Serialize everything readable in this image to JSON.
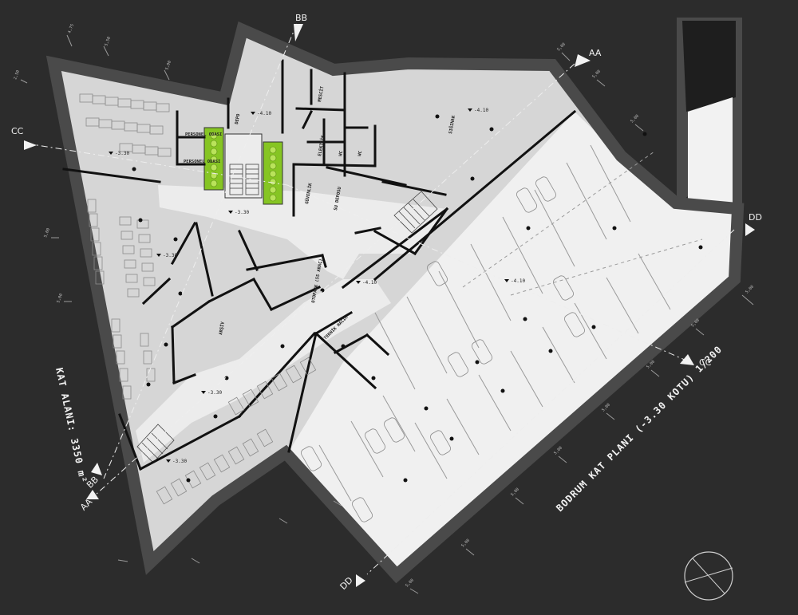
{
  "title": "BODRUM KAT PLANI (-3.30 KOTU) 1/200",
  "floor_area": "KAT ALANI: 3350 m²",
  "sections": {
    "aa": "AA",
    "bb": "BB",
    "cc": "CC",
    "dd": "DD"
  },
  "levels": {
    "l1": "-3.30",
    "l2": "-3.30",
    "l3": "-3.30",
    "l4": "-3.30",
    "l5": "-3.30",
    "l6": "-4.10",
    "l7": "-4.10",
    "l8": "-4.10",
    "l9": "-4.10"
  },
  "rooms": {
    "r1": "DEPO",
    "r2": "OTOPARK (55 ARAÇ)",
    "r3": "PERSONEL ODASI",
    "r4": "PERSONEL ODASI",
    "r5": "MESCİT",
    "r6": "WC",
    "r7": "WC",
    "r8": "ELEKTRİK",
    "r9": "GÜVENLİK",
    "r10": "SU DEPOSU",
    "r11": "TEKNİK HACİM",
    "r12": "ARŞİV",
    "r13": "SIĞINAK"
  }
}
